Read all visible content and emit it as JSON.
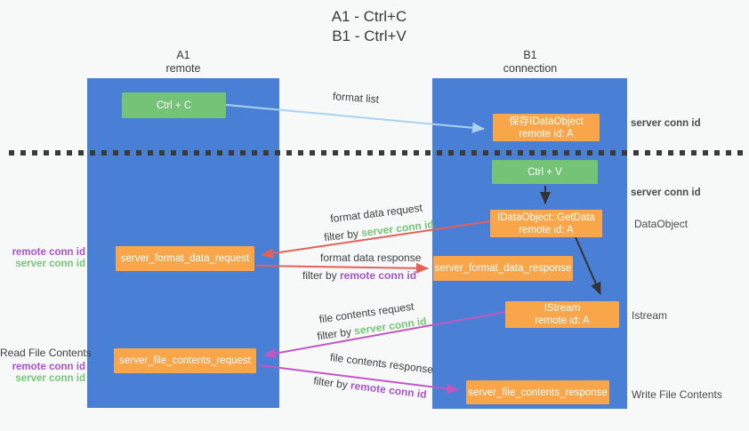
{
  "title": {
    "line1": "A1 - Ctrl+C",
    "line2": "B1 - Ctrl+V"
  },
  "lanes": {
    "a": {
      "name": "A1",
      "role": "remote"
    },
    "b": {
      "name": "B1",
      "role": "connection"
    }
  },
  "nodes": {
    "ctrl_c": "Ctrl + C",
    "ctrl_v": "Ctrl + V",
    "save_idataobject": {
      "line1": "保存IDataObject",
      "line2": "remote id: A"
    },
    "getdata": {
      "line1": "IDataObject::GetData",
      "line2": "remote id: A"
    },
    "istream": {
      "line1": "IStream",
      "line2": "remote id: A"
    },
    "server_format_data_request": "server_format_data_request",
    "server_format_data_response": "server_format_data_response",
    "server_file_contents_request": "server_file_contents_request",
    "server_file_contents_response": "server_file_contents_response"
  },
  "edge_labels": {
    "format_list": "format list",
    "format_data_request": "format data request",
    "format_data_response": "format data response",
    "file_contents_request": "file contents request",
    "file_contents_response": "file contents response",
    "filter_by": "filter by ",
    "server_conn_id": "server conn id",
    "remote_conn_id": "remote conn id"
  },
  "annotations": {
    "server_conn_id": "server conn id",
    "remote_conn_id": "remote conn id",
    "dataobject": "DataObject",
    "istream": "Istream",
    "read_file_contents": "Read File Contents",
    "write_file_contents": "Write File Contents"
  },
  "colors": {
    "lane_blue": "#4a7fd6",
    "node_green": "#74c377",
    "node_orange": "#f9a549",
    "arrow_light_blue": "#a9d3f0",
    "arrow_red": "#e2625a",
    "arrow_magenta": "#c158c1",
    "arrow_black": "#333333",
    "text_green": "#77c679",
    "text_purple": "#a855cd"
  }
}
